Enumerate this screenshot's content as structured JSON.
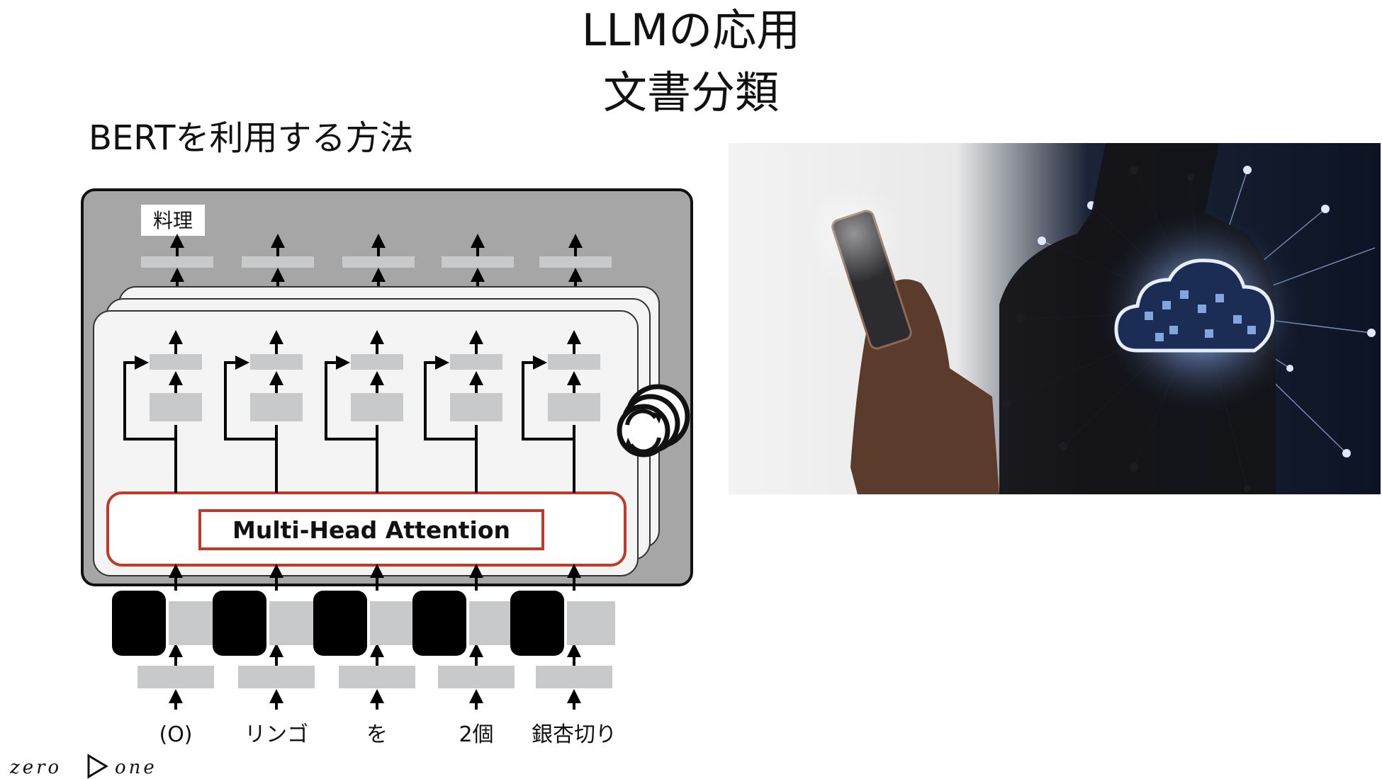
{
  "header": {
    "title": "LLMの応用",
    "subtitle": "文書分類"
  },
  "section": {
    "heading": "BERTを利用する方法"
  },
  "diagram": {
    "output_label": "料理",
    "attention_label": "Multi-Head Attention",
    "tokens": [
      "(O)",
      "リンゴ",
      "を",
      "2個",
      "銀杏切り"
    ],
    "icons": [
      "repeat-icon",
      "arrow-icon"
    ],
    "colors": {
      "outer_box": "#a6a6a6",
      "inner_box": "#f4f4f4",
      "grey_block": "#c8c9cb",
      "attention_border": "#c0392b"
    }
  },
  "photo": {
    "icon": "smartphone-cloud-network-photo"
  },
  "logo": {
    "left": "zero",
    "right": "one",
    "icon": "play-triangle-icon"
  }
}
